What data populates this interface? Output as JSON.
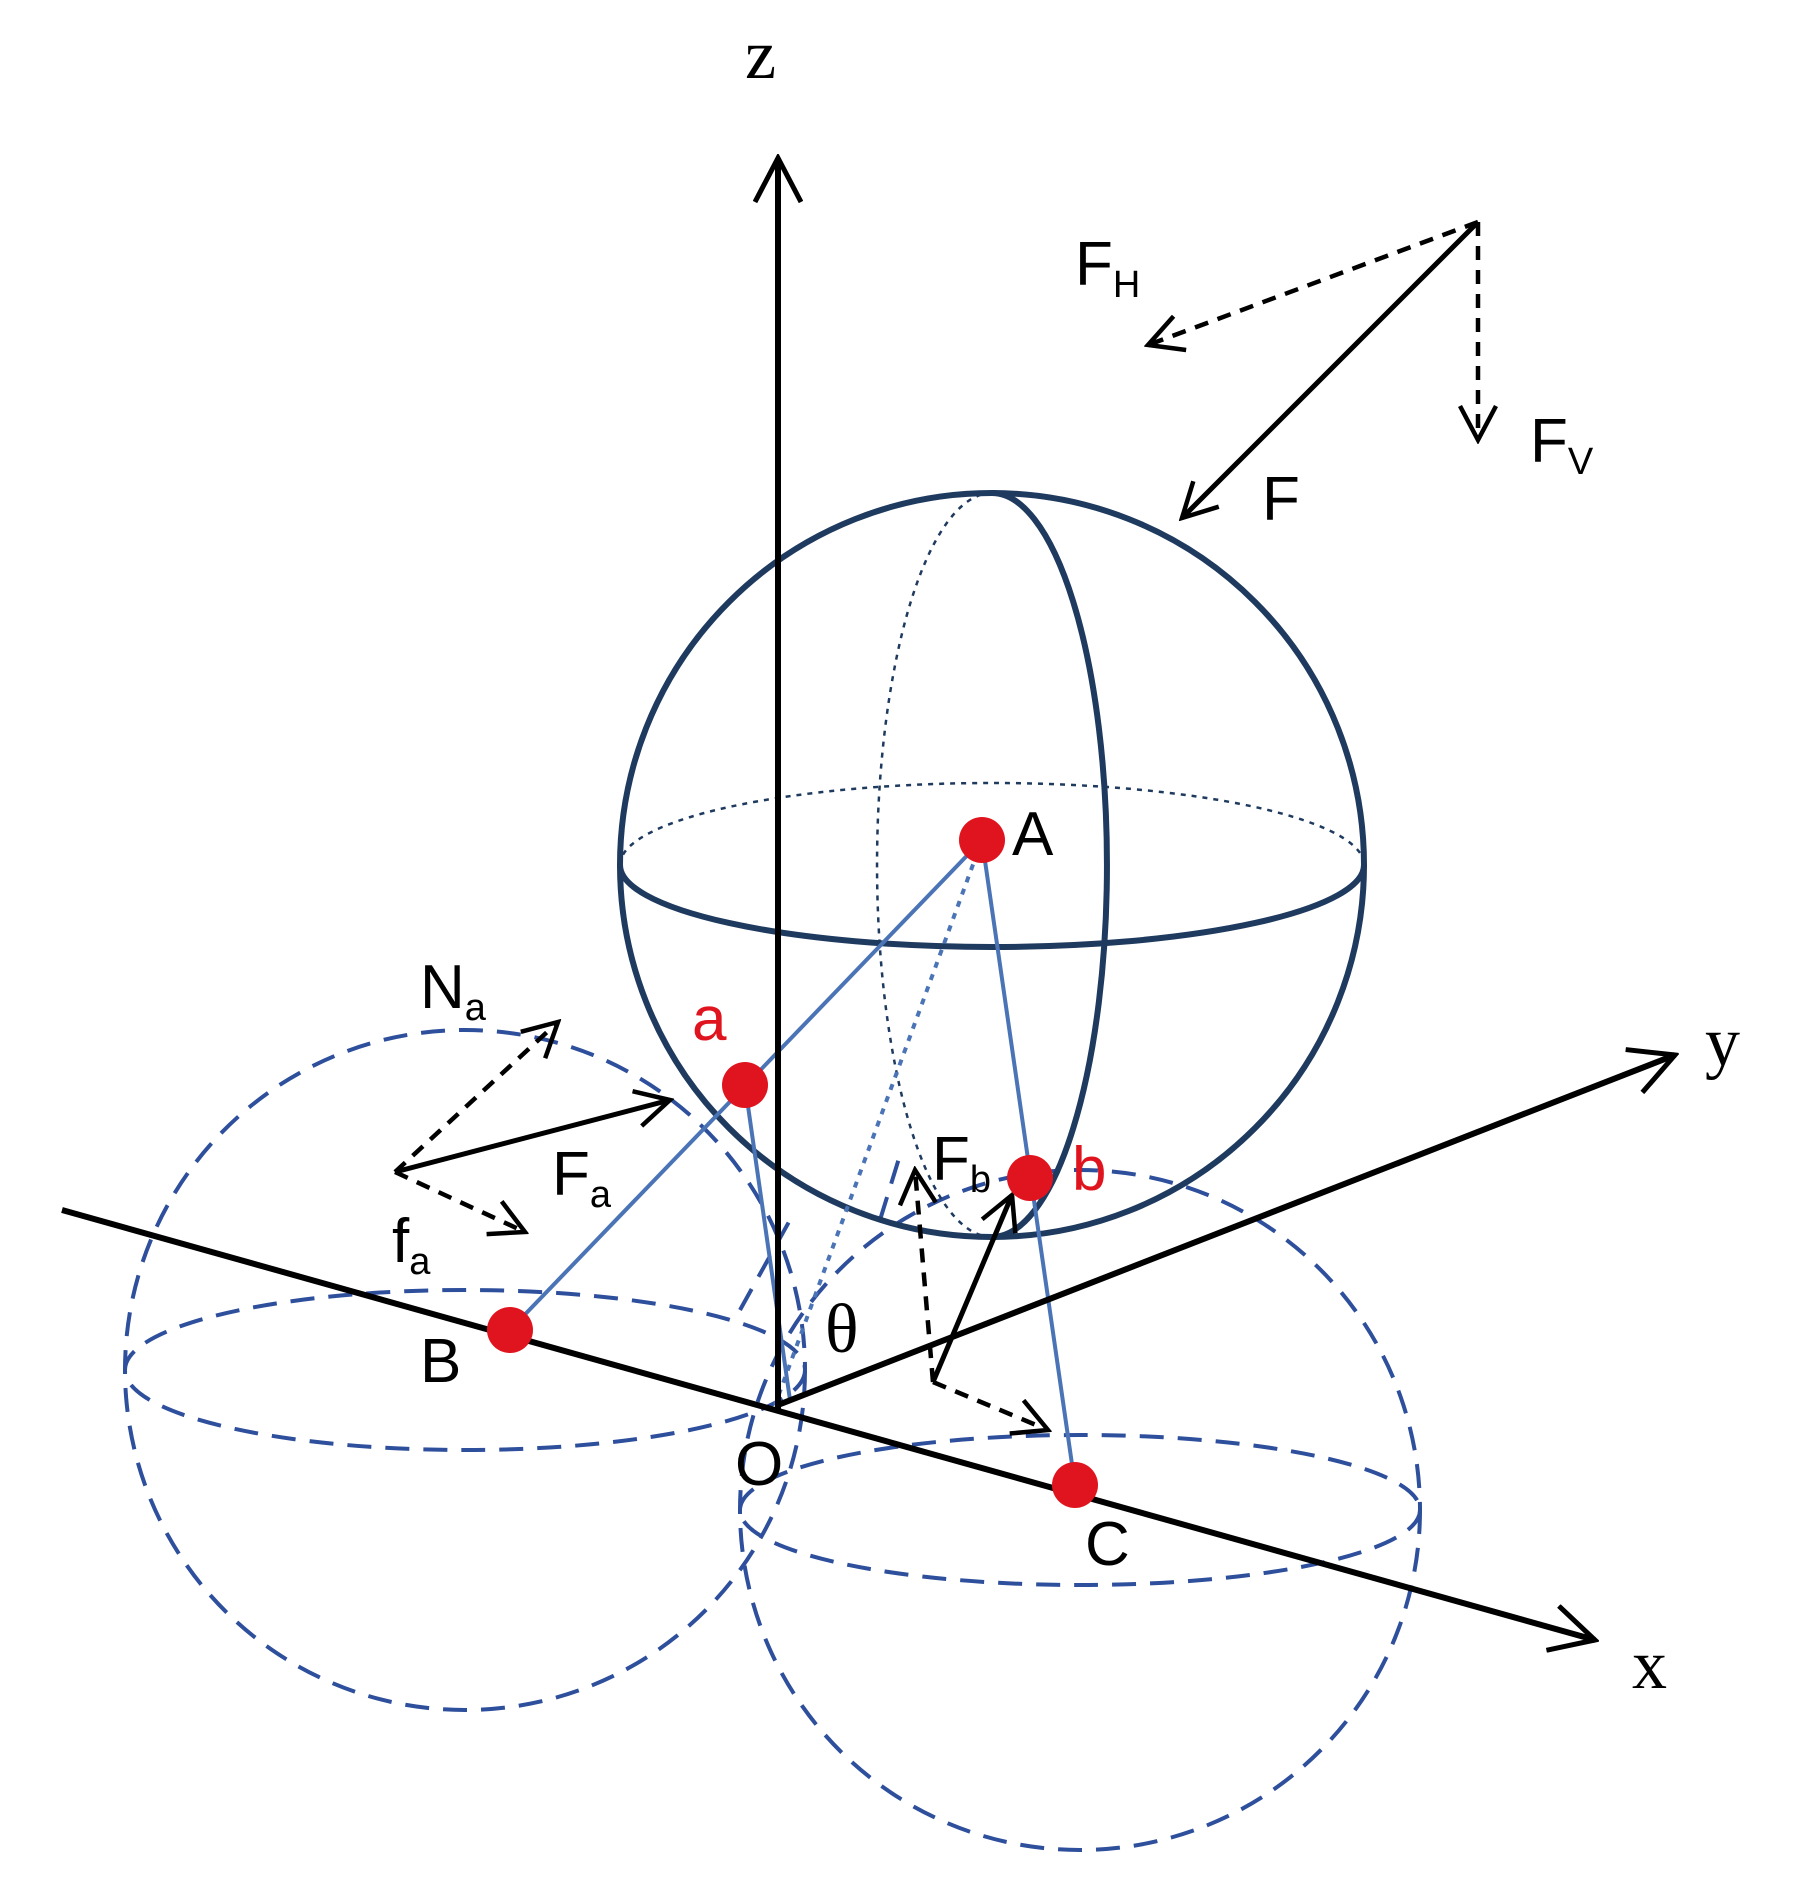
{
  "axes": {
    "x": "x",
    "y": "y",
    "z": "z",
    "origin": "O"
  },
  "points": {
    "A": "A",
    "B": "B",
    "C": "C",
    "a": "a",
    "b": "b"
  },
  "forces": {
    "F": "F",
    "F_H": "F",
    "F_H_sub": "H",
    "F_V": "F",
    "F_V_sub": "V",
    "F_a": "F",
    "F_a_sub": "a",
    "F_b": "F",
    "F_b_sub": "b",
    "N_a": "N",
    "N_a_sub": "a",
    "f_a": "f",
    "f_a_sub": "a"
  },
  "angle": "θ",
  "colors": {
    "sphere": "#1f3a5f",
    "dashed_sphere": "#2e4f9c",
    "contact_line": "#4a74b5",
    "point": "#e0141e",
    "ink": "#000000"
  }
}
